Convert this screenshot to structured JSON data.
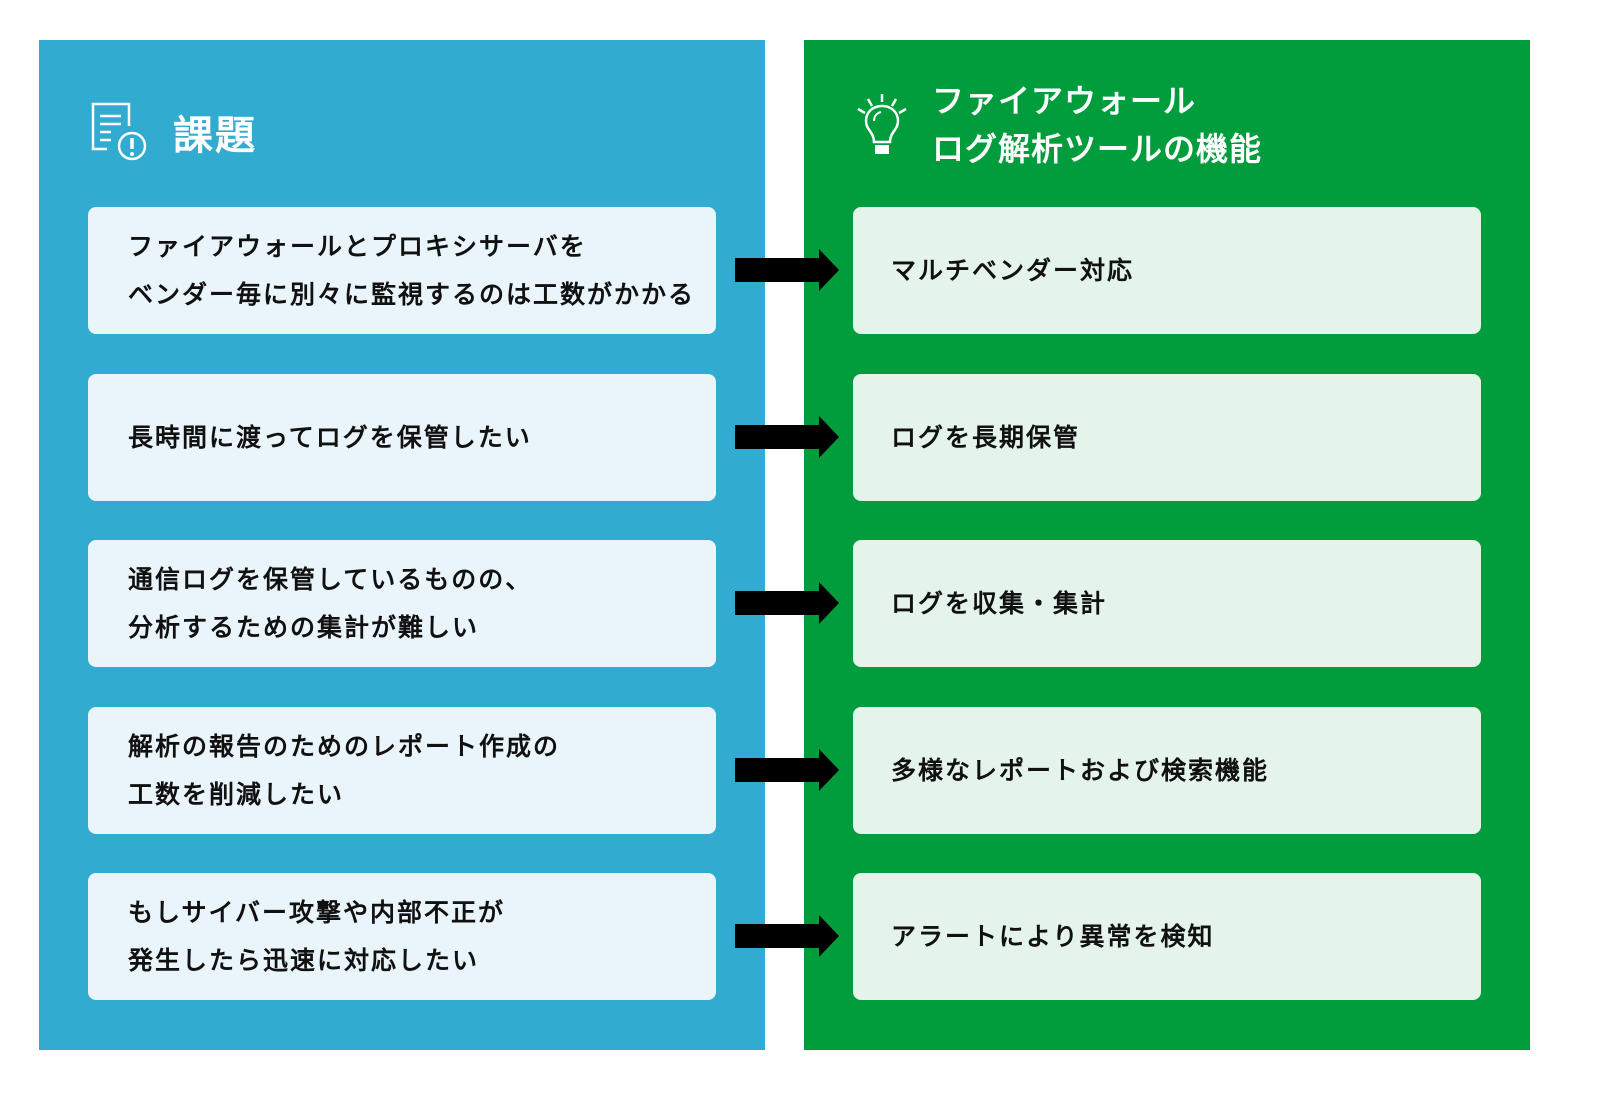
{
  "colors": {
    "challenge_panel": "#31abcf",
    "feature_panel": "#019c3c",
    "challenge_card": "#e9f5fa",
    "feature_card": "#e4f4ea",
    "arrow": "#000000"
  },
  "challenges": {
    "icon": "document-warning-icon",
    "title": "課題",
    "items": [
      {
        "lines": [
          "ファイアウォールとプロキシサーバを",
          "ベンダー毎に別々に監視するのは工数がかかる"
        ]
      },
      {
        "lines": [
          "長時間に渡ってログを保管したい"
        ]
      },
      {
        "lines": [
          "通信ログを保管しているものの、",
          "分析するための集計が難しい"
        ]
      },
      {
        "lines": [
          "解析の報告のためのレポート作成の",
          "工数を削減したい"
        ]
      },
      {
        "lines": [
          "もしサイバー攻撃や内部不正が",
          "発生したら迅速に対応したい"
        ]
      }
    ]
  },
  "features": {
    "icon": "lightbulb-icon",
    "title_lines": [
      "ファイアウォール",
      "ログ解析ツールの機能"
    ],
    "items": [
      {
        "label": "マルチベンダー対応"
      },
      {
        "label": "ログを長期保管"
      },
      {
        "label": "ログを収集・集計"
      },
      {
        "label": "多様なレポートおよび検索機能"
      },
      {
        "label": "アラートにより異常を検知"
      }
    ]
  },
  "connectors": [
    "arrow-right-icon",
    "arrow-right-icon",
    "arrow-right-icon",
    "arrow-right-icon",
    "arrow-right-icon"
  ]
}
